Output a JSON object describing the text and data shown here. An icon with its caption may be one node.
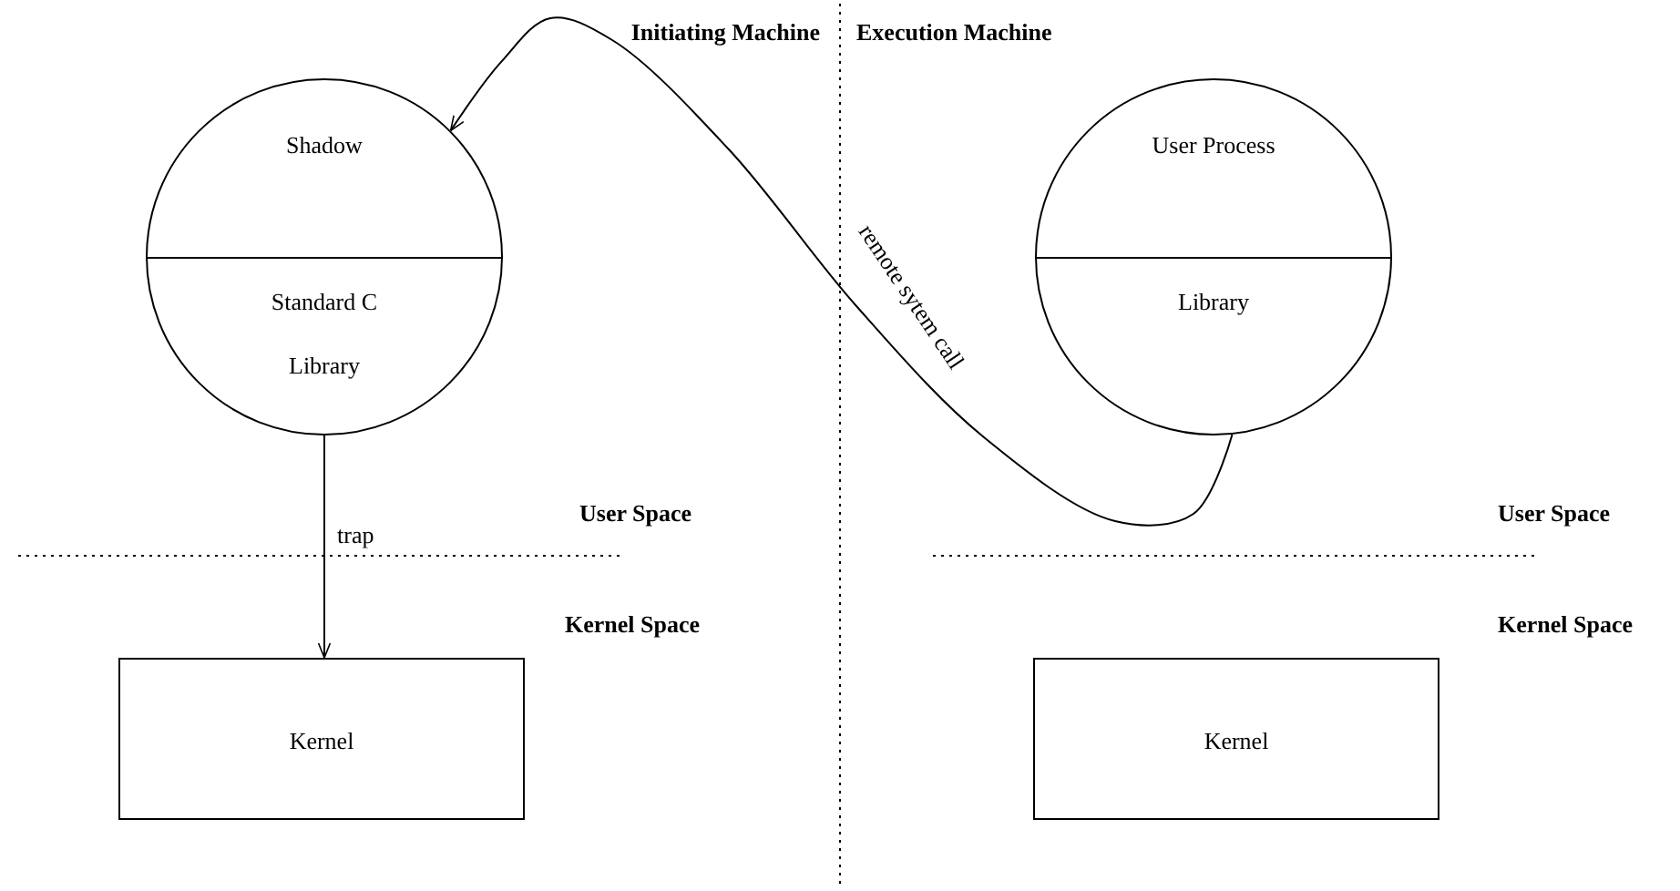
{
  "diagram": {
    "nodes": [
      {
        "text": [
          "Shadow",
          "Standard C Library"
        ]
      },
      {
        "text": [
          "User Process",
          "Library"
        ]
      },
      {
        "text": [
          "Kernel"
        ]
      },
      {
        "text": [
          "Kernel"
        ]
      }
    ],
    "edges": [
      {
        "from": 0,
        "to": 2,
        "arrow": "to",
        "label": "trap"
      },
      {
        "from": 1,
        "to": 0,
        "arrow": "to",
        "label": "remote sytem call"
      }
    ],
    "labels": [
      "Initiating Machine",
      "Execution Machine",
      "User Space",
      "Kernel Space",
      "User Space",
      "Kernel Space"
    ]
  }
}
